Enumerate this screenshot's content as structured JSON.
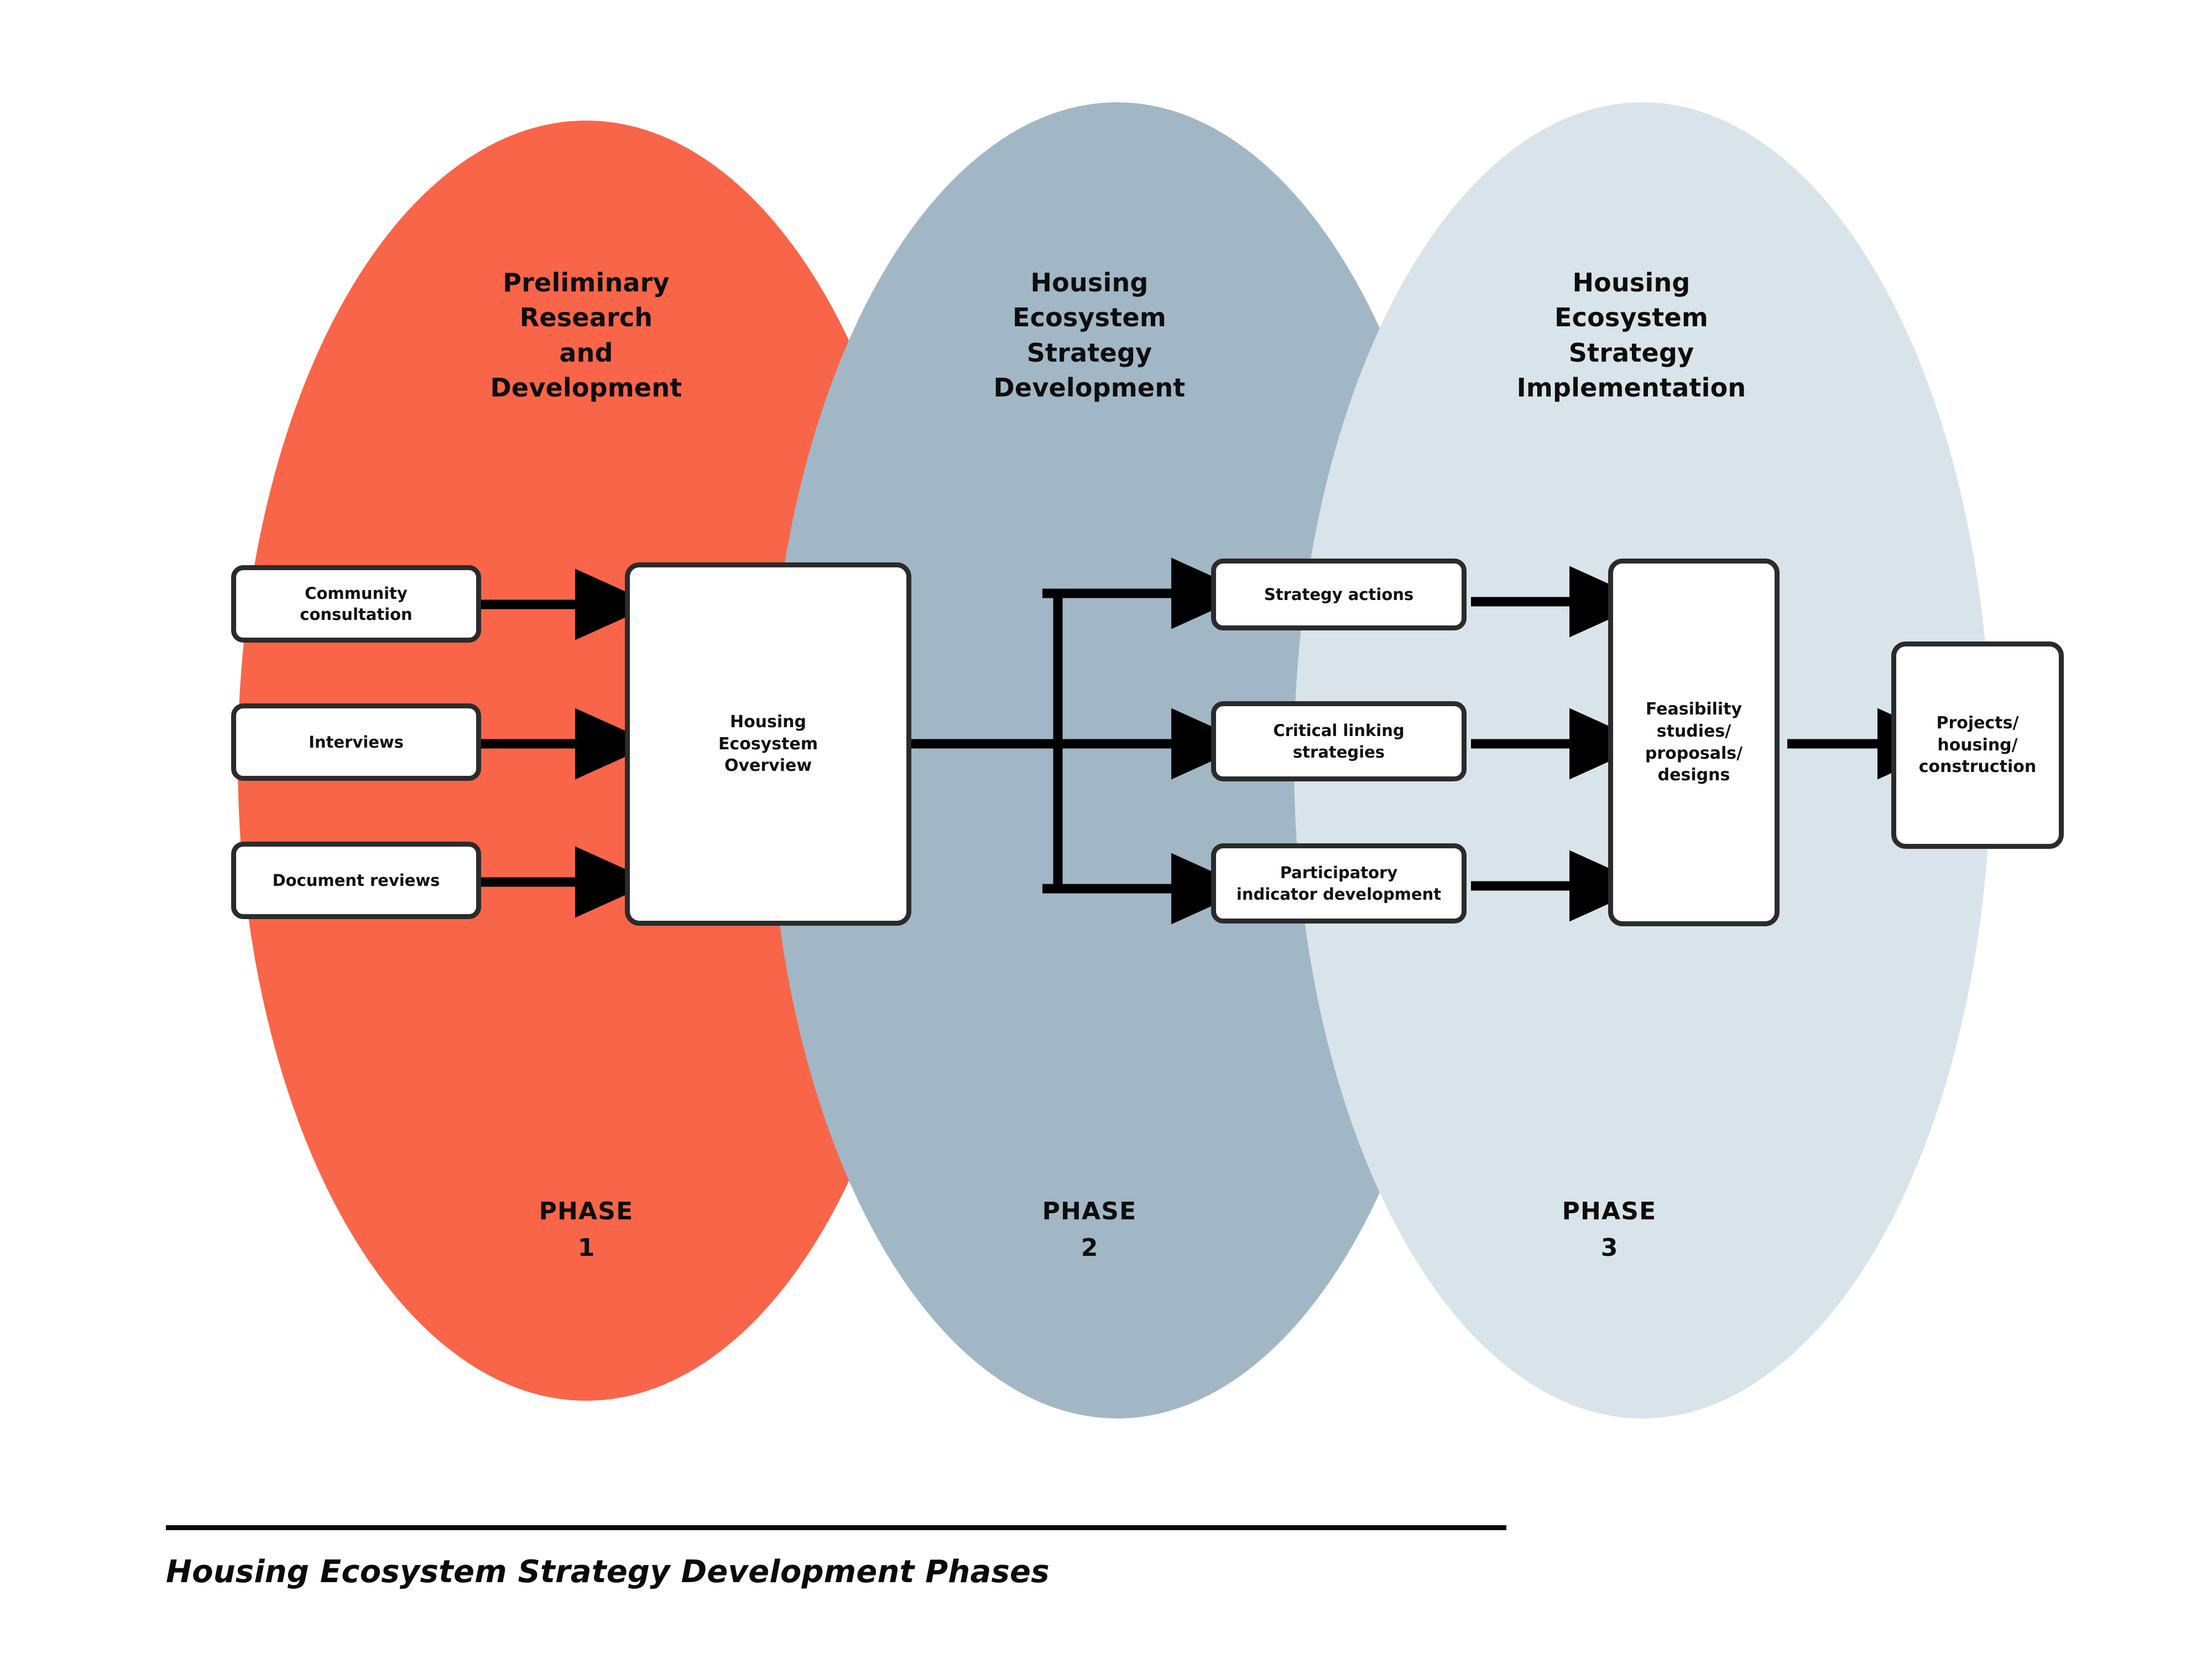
{
  "figure": {
    "caption": "Housing Ecosystem Strategy Development Phases"
  },
  "colors": {
    "phase1": "#f96548",
    "phase2": "#a1b7c6",
    "phase3": "#d9e4ea",
    "stroke": "#2b2b2b",
    "arrow": "#000000",
    "text": "#111111",
    "background": "#ffffff"
  },
  "phases": [
    {
      "title": "Preliminary\nResearch\nand\nDevelopment",
      "footer_label": "PHASE",
      "footer_number": "1",
      "fill": "#f96548"
    },
    {
      "title": "Housing\nEcosystem\nStrategy\nDevelopment",
      "footer_label": "PHASE",
      "footer_number": "2",
      "fill": "#a1b7c6"
    },
    {
      "title": "Housing\nEcosystem\nStrategy\nImplementation",
      "footer_label": "PHASE",
      "footer_number": "3",
      "fill": "#d9e4ea"
    }
  ],
  "nodes": {
    "inputs": [
      {
        "label": "Community\nconsultation"
      },
      {
        "label": "Interviews"
      },
      {
        "label": "Document reviews"
      }
    ],
    "overview": {
      "label": "Housing\nEcosystem\nOverview"
    },
    "strategies": [
      {
        "label": "Strategy actions"
      },
      {
        "label": "Critical linking\nstrategies"
      },
      {
        "label": "Participatory\nindicator development"
      }
    ],
    "feasibility": {
      "label": "Feasibility\nstudies/\nproposals/\ndesigns"
    },
    "outcome": {
      "label": "Projects/\nhousing/\nconstruction"
    }
  },
  "flow": {
    "description": "Community consultation, Interviews and Document reviews feed the Housing Ecosystem Overview; the Overview branches to Strategy actions, Critical linking strategies and Participatory indicator development; these feed Feasibility studies/proposals/designs, which leads to Projects/housing/construction."
  }
}
